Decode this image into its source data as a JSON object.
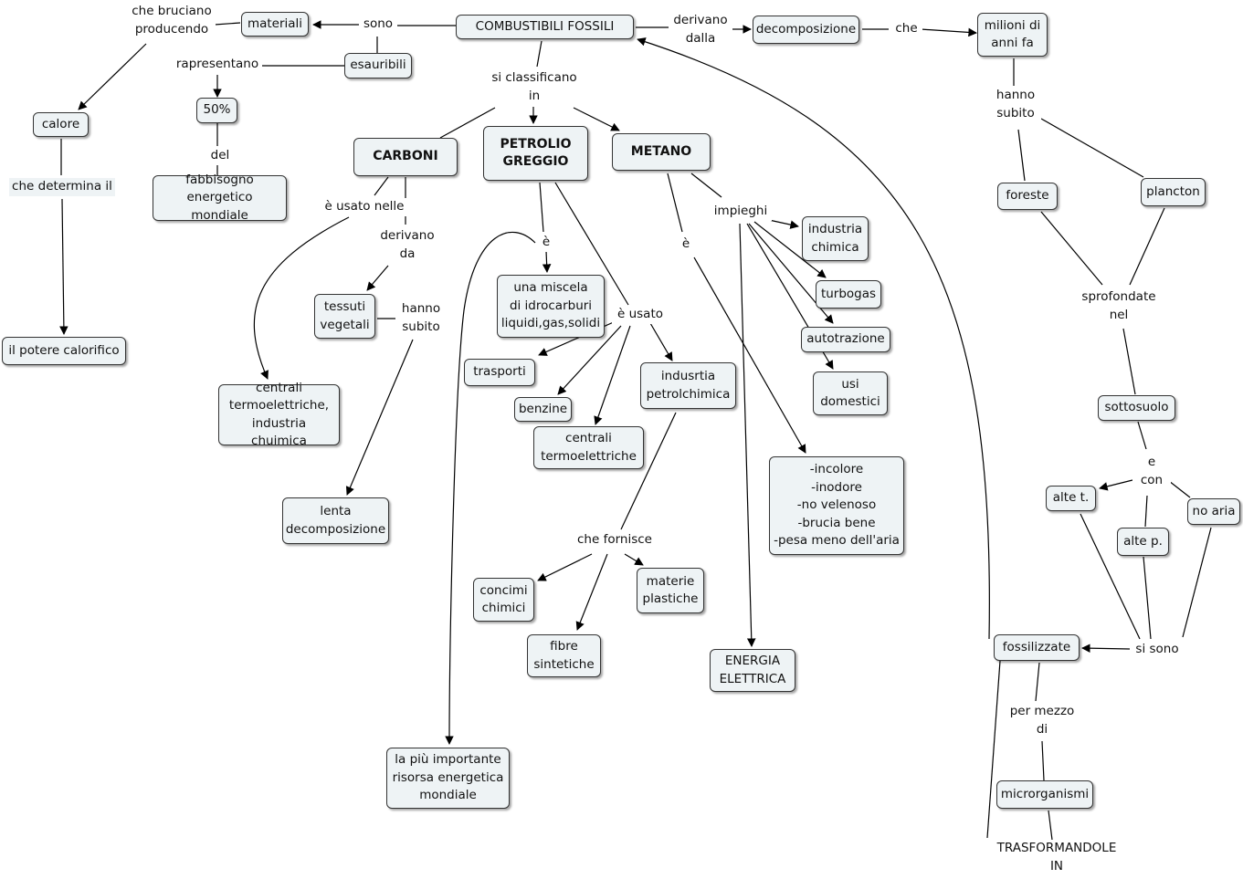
{
  "concepts": {
    "combustibili": "COMBUSTIBILI FOSSILI",
    "materiali": "materiali",
    "esauribili": "esauribili",
    "calore": "calore",
    "cinquanta": "50%",
    "fabbisogno": "fabbisogno\nenergetico mondiale",
    "potere": "il potere calorifico",
    "carboni": "CARBONI",
    "petrolio": "PETROLIO\nGREGGIO",
    "metano": "METANO",
    "decomposizione": "decomposizione",
    "milioni": "milioni di\nanni fa",
    "foreste": "foreste",
    "plancton": "plancton",
    "sottosuolo": "sottosuolo",
    "alte_t": "alte t.",
    "alte_p": "alte p.",
    "no_aria": "no aria",
    "fossilizzate": "fossilizzate",
    "microrganismi": "microrganismi",
    "tessuti": "tessuti\nvegetali",
    "centrali_termo_ind": "centrali\ntermoelettriche,\nindustria chuimica",
    "lenta": "lenta\ndecomposizione",
    "miscela": "una miscela\ndi idrocarburi\nliquidi,gas,solidi",
    "trasporti": "trasporti",
    "benzine": "benzine",
    "centrali_termo": "centrali\ntermoelettriche",
    "indusrtia": "indusrtia\npetrolchimica",
    "concimi": "concimi\nchimici",
    "fibre": "fibre\nsintetiche",
    "materie": "materie\nplastiche",
    "risorsa": "la più importante\nrisorsa energetica\nmondiale",
    "industria_chimica": "industria\nchimica",
    "turbogas": "turbogas",
    "autotrazione": "autotrazione",
    "usi": "usi\ndomestici",
    "proprieta": "-incolore\n-inodore\n-no velenoso\n-brucia bene\n-pesa meno dell'aria",
    "energia": "ENERGIA\nELETTRICA"
  },
  "links": {
    "bruciano": "che bruciano\nproducendo",
    "sono": "sono",
    "rapresentano": "rapresentano",
    "del": "del",
    "determina": "che determina il",
    "derivano_dalla": "derivano\ndalla",
    "che": "che",
    "classificano": "si classificano\nin",
    "usato_nelle": "è usato nelle",
    "derivano_da": "derivano\nda",
    "hanno_subito_carboni": "hanno\nsubito",
    "e_petrolio": "è",
    "usato_petrolio": "è usato",
    "fornisce": "che fornisce",
    "impieghi": "impieghi",
    "e_metano": "è",
    "hanno_subito": "hanno\nsubito",
    "sprofondate": "sprofondate\nnel",
    "e_con": "e\ncon",
    "si_sono": "si sono",
    "per_mezzo": "per mezzo\ndi",
    "trasformandole": "TRASFORMANDOLE\nIN"
  },
  "colors": {
    "node_fill": "#eef3f5",
    "border": "#333333",
    "line": "#000000"
  }
}
